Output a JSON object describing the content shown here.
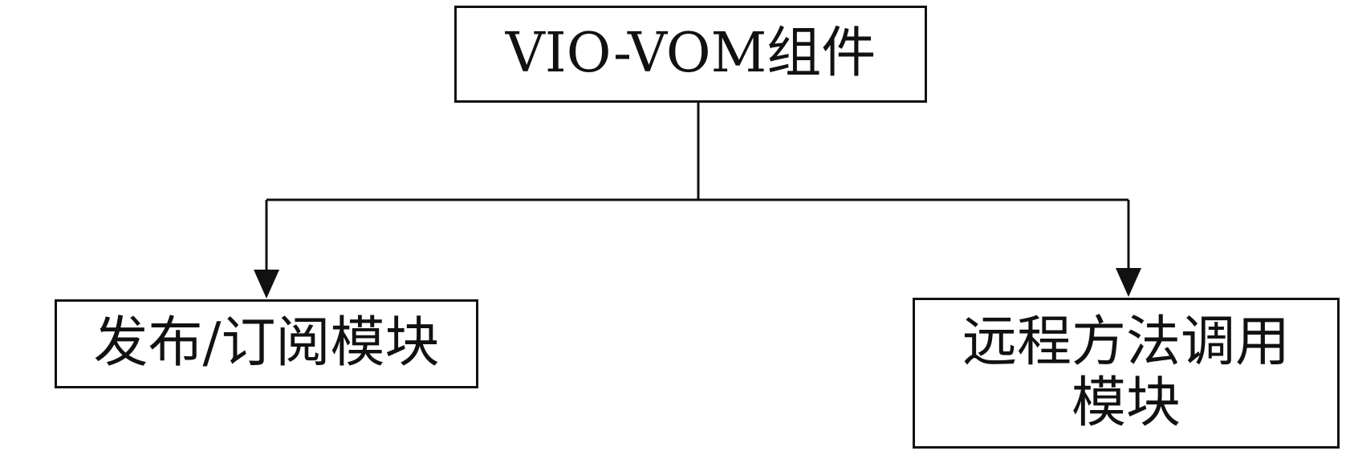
{
  "diagram": {
    "root": {
      "label": "VIO-VOM组件"
    },
    "children": [
      {
        "label": "发布/订阅模块"
      },
      {
        "label_line1": "远程方法调用",
        "label_line2": "模块"
      }
    ],
    "colors": {
      "stroke": "#111111",
      "background": "#ffffff"
    }
  }
}
